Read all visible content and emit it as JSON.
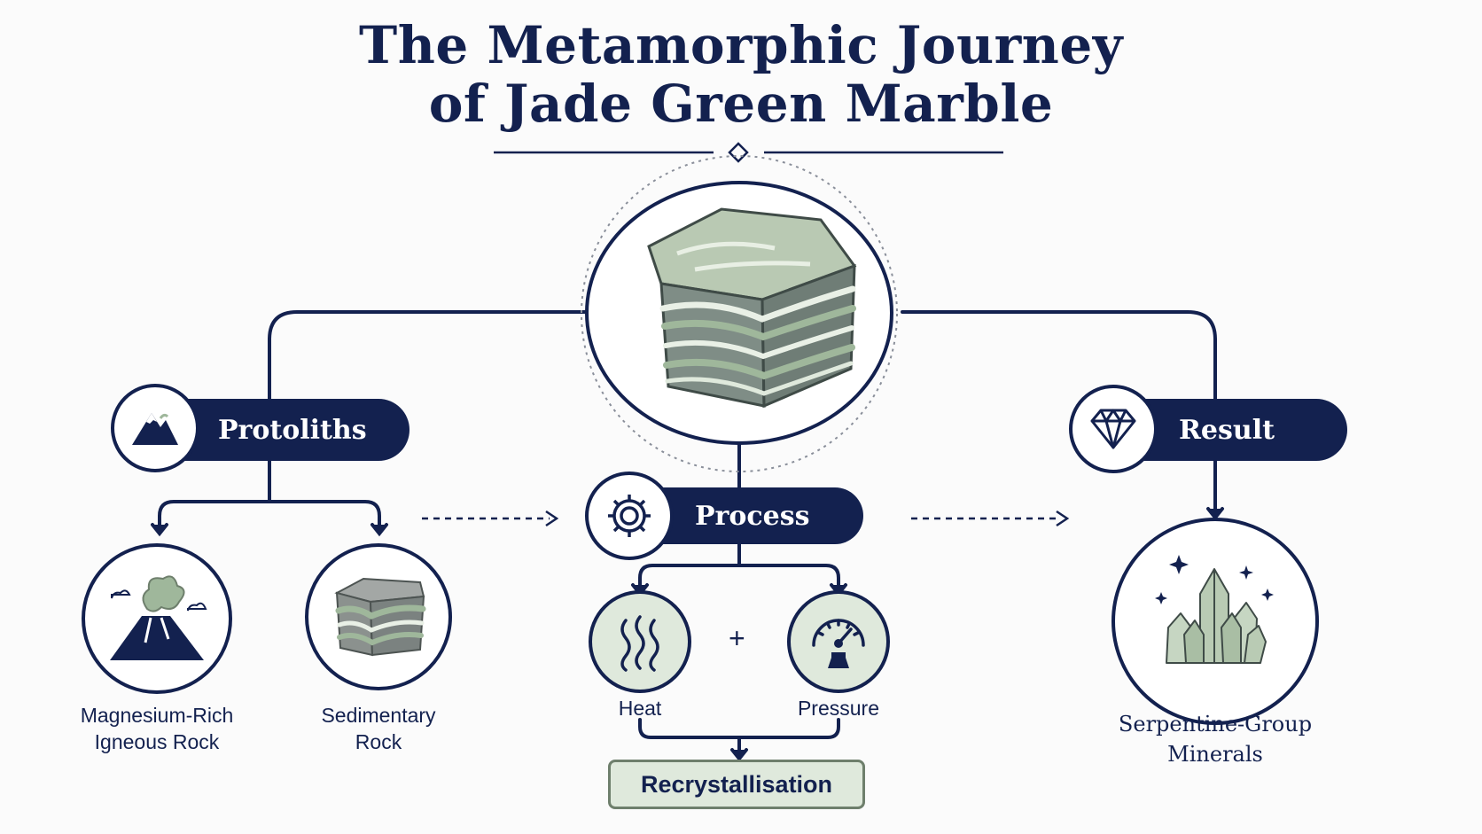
{
  "title": {
    "line1": "The Metamorphic Journey",
    "line2": "of Jade Green Marble"
  },
  "center": {
    "image": "jade-green-marble-block"
  },
  "protoliths": {
    "label": "Protoliths",
    "icon": "mountain-icon",
    "items": [
      {
        "line1": "Magnesium-Rich",
        "line2": "Igneous Rock",
        "icon": "volcano-icon"
      },
      {
        "line1": "Sedimentary",
        "line2": "Rock",
        "icon": "sedimentary-rock-icon"
      }
    ]
  },
  "process": {
    "label": "Process",
    "icon": "gear-icon",
    "items": [
      {
        "label": "Heat",
        "icon": "heat-waves-icon"
      },
      {
        "label": "Pressure",
        "icon": "pressure-gauge-icon"
      }
    ],
    "operator": "+",
    "outcome": "Recrystallisation"
  },
  "result": {
    "label": "Result",
    "icon": "diamond-icon",
    "item": {
      "line1": "Serpentine-Group",
      "line2": "Minerals",
      "icon": "crystal-cluster-icon"
    }
  },
  "colors": {
    "navy": "#13214f",
    "jade": "#9fb79b",
    "jade_light": "#dfe9dc"
  }
}
